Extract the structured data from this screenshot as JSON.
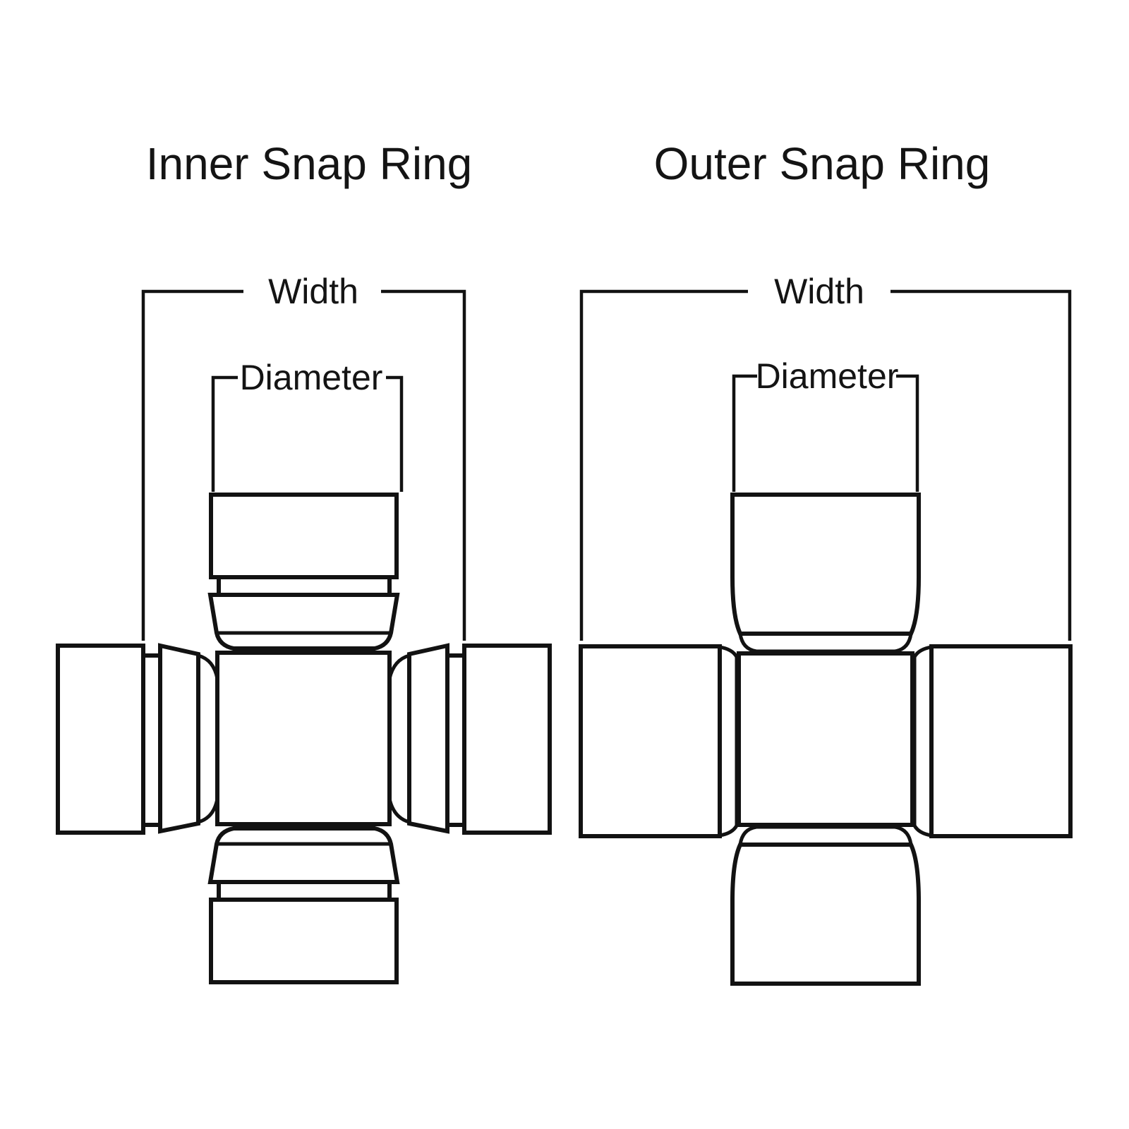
{
  "page": {
    "background_color": "#ffffff",
    "line_color": "#121212"
  },
  "diagrams": [
    {
      "title": "Inner Snap Ring",
      "width_label": "Width",
      "diameter_label": "Diameter"
    },
    {
      "title": "Outer Snap Ring",
      "width_label": "Width",
      "diameter_label": "Diameter"
    }
  ]
}
